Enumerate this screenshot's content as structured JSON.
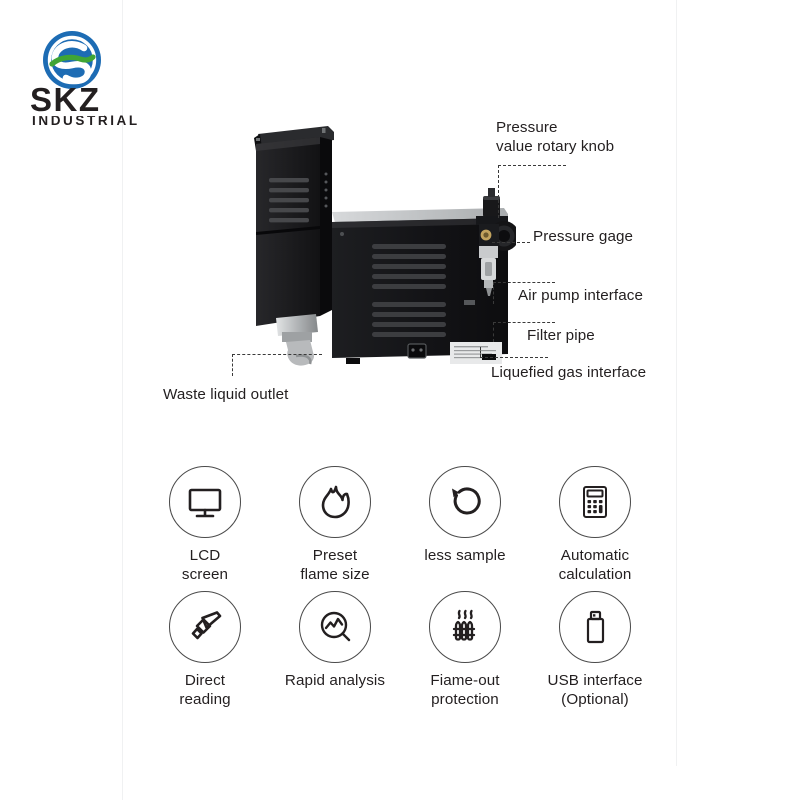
{
  "brand": {
    "name": "SKZ",
    "subtitle": "INDUSTRIAL",
    "logo_icon": "skz-circle-logo",
    "colors": {
      "blue": "#1d6cb4",
      "green": "#3fa535",
      "dark": "#231f20"
    }
  },
  "product": {
    "image_name": "flash-point-tester-photo",
    "colors": {
      "body_black": "#1b1b1d",
      "top_panel_gray": "#b9bcbe",
      "metal_silver": "#c6c8ca"
    }
  },
  "callouts": [
    {
      "id": "pressure-knob",
      "label": "Pressure\nvalue rotary knob"
    },
    {
      "id": "pressure-gage",
      "label": "Pressure gage"
    },
    {
      "id": "air-pump-interface",
      "label": "Air pump interface"
    },
    {
      "id": "filter-pipe",
      "label": "Filter pipe"
    },
    {
      "id": "liquefied-gas",
      "label": "Liquefied gas interface"
    },
    {
      "id": "waste-liquid-outlet",
      "label": "Waste liquid outlet"
    }
  ],
  "features": [
    {
      "id": "lcd-screen",
      "icon": "monitor-icon",
      "label": "LCD\nscreen"
    },
    {
      "id": "preset-flame-size",
      "icon": "flame-icon",
      "label": "Preset\nflame size"
    },
    {
      "id": "less-sample",
      "icon": "refresh-icon",
      "label": "less sample"
    },
    {
      "id": "automatic-calculation",
      "icon": "calculator-icon",
      "label": "Automatic\ncalculation"
    },
    {
      "id": "direct-reading",
      "icon": "megaphone-icon",
      "label": "Direct\nreading"
    },
    {
      "id": "rapid-analysis",
      "icon": "chart-search-icon",
      "label": "Rapid analysis"
    },
    {
      "id": "flame-out-protection",
      "icon": "heater-icon",
      "label": "Fiame-out\nprotection"
    },
    {
      "id": "usb-interface",
      "icon": "usb-drive-icon",
      "label": "USB interface\n(Optional)"
    }
  ]
}
